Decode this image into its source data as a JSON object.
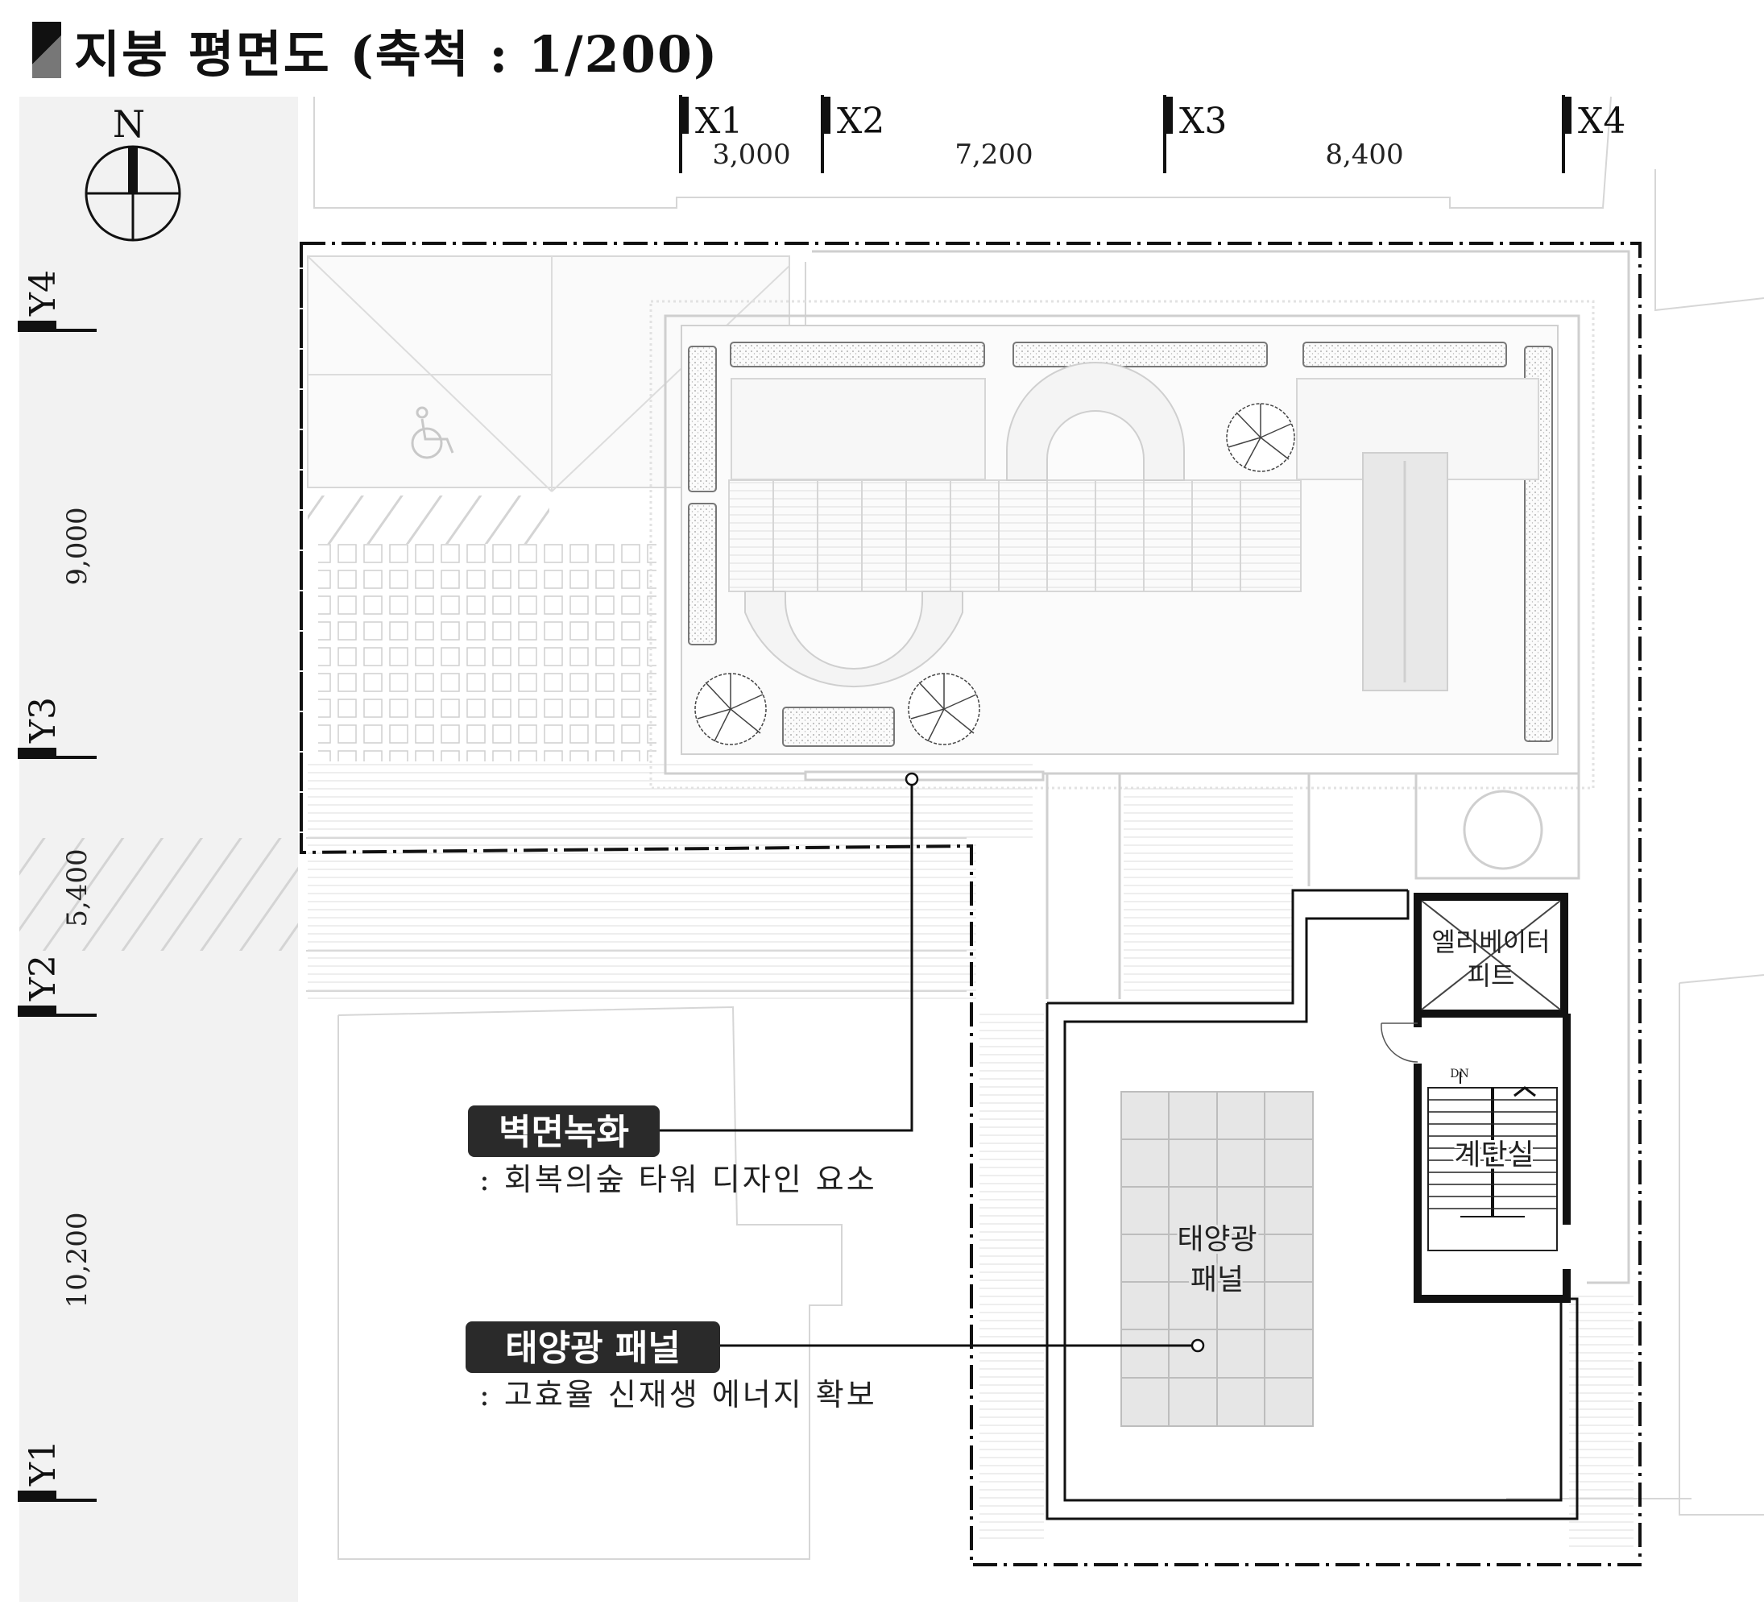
{
  "title": "지붕 평면도 (축척 : 1/200)",
  "compass": {
    "north_label": "N"
  },
  "grid_x": [
    {
      "label": "X1"
    },
    {
      "label": "X2"
    },
    {
      "label": "X3"
    },
    {
      "label": "X4"
    }
  ],
  "grid_x_dims": [
    "3,000",
    "7,200",
    "8,400"
  ],
  "grid_y": [
    {
      "label": "Y4"
    },
    {
      "label": "Y3"
    },
    {
      "label": "Y2"
    },
    {
      "label": "Y1"
    }
  ],
  "grid_y_dims": [
    "9,000",
    "5,400",
    "10,200"
  ],
  "rooms": {
    "elevator": [
      "엘리베이터",
      "피트"
    ],
    "stair": "계단실",
    "stair_dn": "DN",
    "solar": [
      "태양광",
      "패널"
    ]
  },
  "callouts": [
    {
      "title": "벽면녹화",
      "desc": ": 회복의숲 타워 디자인 요소"
    },
    {
      "title": "태양광 패널",
      "desc": ": 고효율 신재생 에너지 확보"
    }
  ],
  "colors": {
    "background_gray": "#f2f2f2",
    "line_light": "#cfcfcf",
    "line_dark": "#111111",
    "callout_bg": "#2a2a2a",
    "panel_fill": "#e6e6e6"
  }
}
